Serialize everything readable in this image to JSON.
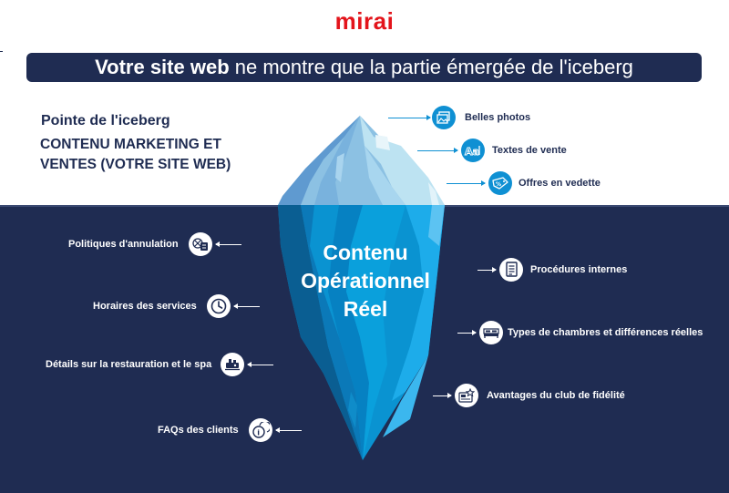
{
  "logo": {
    "text": "mirai",
    "color": "#e3141b"
  },
  "banner": {
    "bold": "Votre site web",
    "rest": " ne montre que la partie émergée de l'iceberg",
    "background": "#1f2c52"
  },
  "tip": {
    "title": "Pointe de l'iceberg",
    "subtitle_line1": "CONTENU MARKETING ET",
    "subtitle_line2": "VENTES (VOTRE SITE WEB)"
  },
  "center": {
    "line1": "Contenu",
    "line2": "Opérationnel",
    "line3": "Réel"
  },
  "above_water_items": [
    {
      "label": "Belles photos",
      "icon": "photos-icon"
    },
    {
      "label": "Textes de vente",
      "icon": "text-aa-icon"
    },
    {
      "label": "Offres en vedette",
      "icon": "price-tag-icon"
    }
  ],
  "below_left_items": [
    {
      "label": "Politiques d'annulation",
      "icon": "cancellation-policy-icon"
    },
    {
      "label": "Horaires des services",
      "icon": "clock-icon"
    },
    {
      "label": "Détails sur la restauration et le spa",
      "icon": "restaurant-spa-icon"
    },
    {
      "label": "FAQs des clients",
      "icon": "faq-info-icon"
    }
  ],
  "below_right_items": [
    {
      "label": "Procédures internes",
      "icon": "document-list-icon"
    },
    {
      "label": "Types de chambres et différences réelles",
      "icon": "bed-icon"
    },
    {
      "label": "Avantages du club de fidélité",
      "icon": "loyalty-card-icon"
    }
  ],
  "colors": {
    "navy": "#1f2c52",
    "accent_blue": "#0f90d3",
    "brand_red": "#e3141b",
    "white": "#ffffff"
  }
}
